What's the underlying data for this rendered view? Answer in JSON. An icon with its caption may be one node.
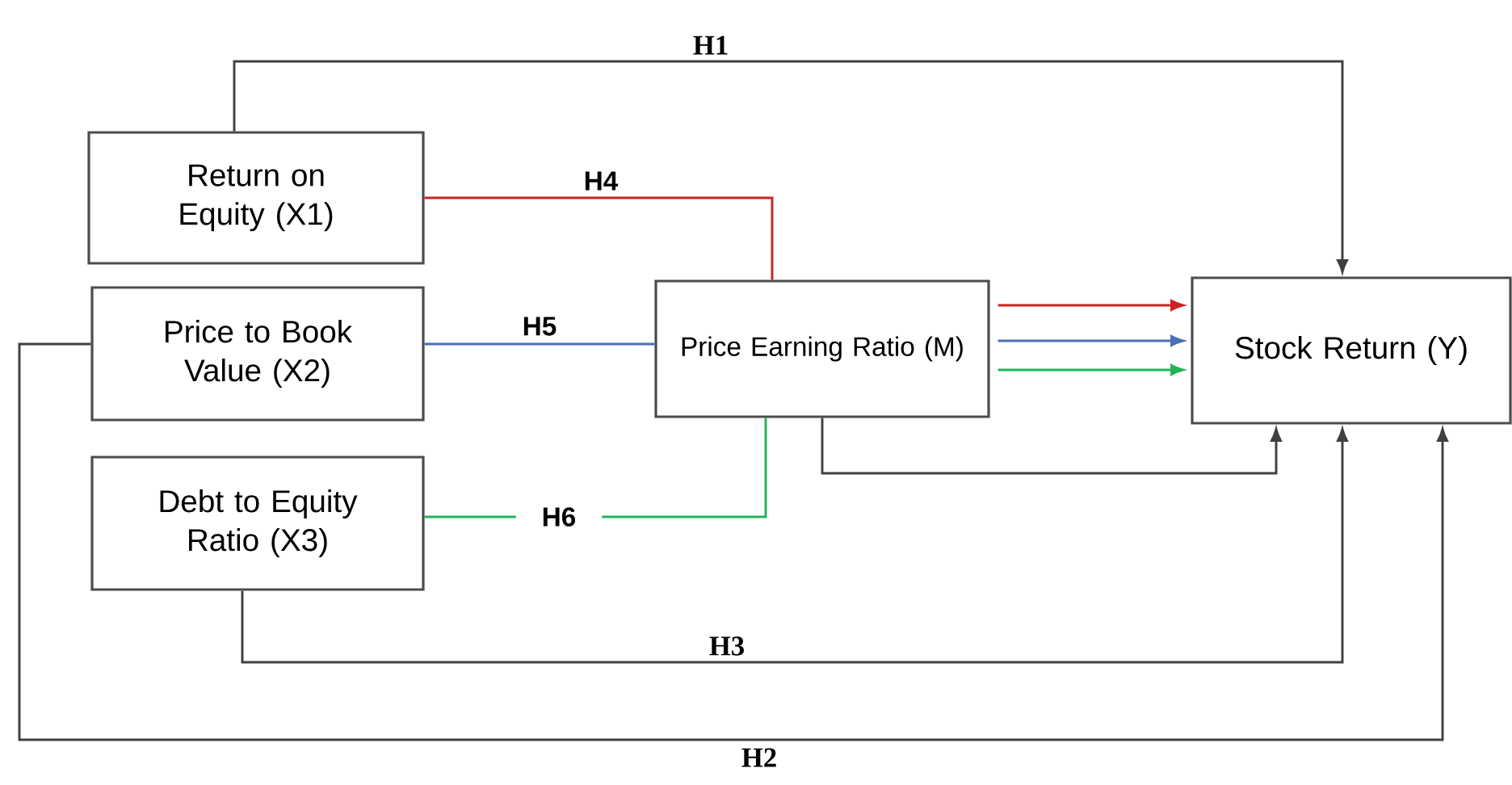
{
  "diagram": {
    "nodes": [
      {
        "text": [
          "Return on Equity (X1)"
        ]
      },
      {
        "text": [
          "Price to Book Value (X2)"
        ]
      },
      {
        "text": [
          "Debt to Equity Ratio (X3)"
        ]
      },
      {
        "text": [
          "Price Earning Ratio (M)"
        ]
      },
      {
        "text": [
          "Stock Return (Y)"
        ]
      }
    ],
    "edges": [
      {
        "from": 0,
        "to": 4,
        "arrow": "to",
        "label": "H1"
      },
      {
        "from": 0,
        "to": 3,
        "arrow": "none",
        "label": "H4",
        "color": "#cc2222"
      },
      {
        "from": 1,
        "to": 3,
        "arrow": "none",
        "label": "H5",
        "color": "#4a6fb5"
      },
      {
        "from": 2,
        "to": 3,
        "arrow": "none",
        "label": "H6",
        "color": "#22b35a"
      },
      {
        "from": 3,
        "to": 4,
        "arrow": "to",
        "color": "#cc2222"
      },
      {
        "from": 3,
        "to": 4,
        "arrow": "to",
        "color": "#4a6fb5"
      },
      {
        "from": 3,
        "to": 4,
        "arrow": "to",
        "color": "#22b35a"
      },
      {
        "from": 3,
        "to": 4,
        "arrow": "to"
      },
      {
        "from": 2,
        "to": 4,
        "arrow": "to",
        "label": "H3"
      },
      {
        "from": 1,
        "to": 4,
        "arrow": "to",
        "label": "H2"
      }
    ]
  }
}
